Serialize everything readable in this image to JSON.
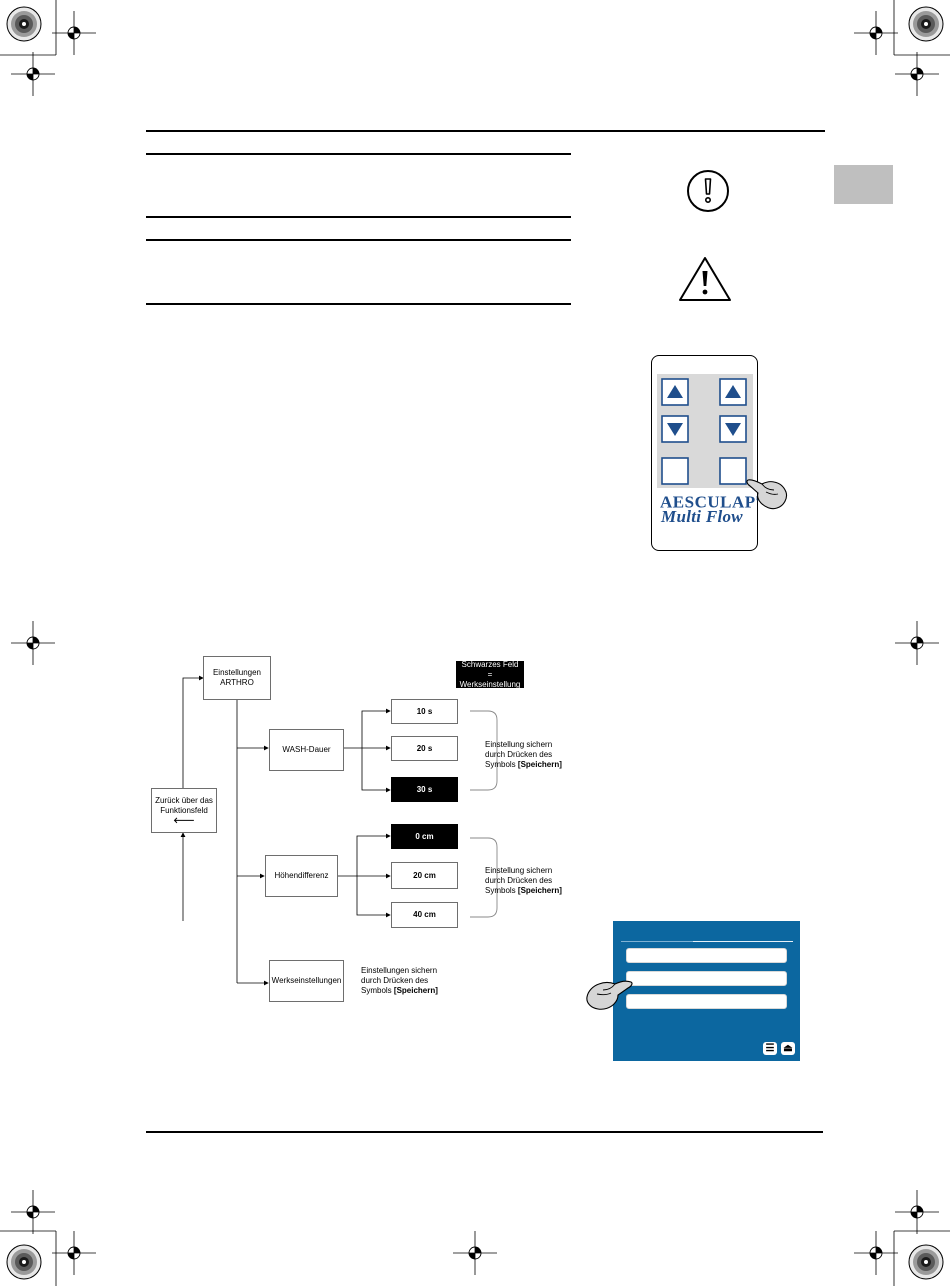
{
  "flowchart": {
    "einstellungen_arthro": "Einstellungen\nARTHRO",
    "wash_dauer": "WASH-Dauer",
    "wash_10": "10 s",
    "wash_20": "20 s",
    "wash_30": "30 s",
    "hoehendifferenz": "Höhendifferenz",
    "hd_0": "0 cm",
    "hd_20": "20 cm",
    "hd_40": "40 cm",
    "werkseinstellungen": "Werkseinstellungen",
    "zurueck_line1": "Zurück über das",
    "zurueck_line2": "Funktionsfeld",
    "legend_line1": "Schwarzes Feld =",
    "legend_line2": "Werkseinstellung",
    "note_line1": "Einstellung sichern",
    "note_line2": "durch Drücken des",
    "note_line3_prefix": "Symbols ",
    "note_line3_bold": "[Speichern]",
    "note_werk_line1": "Einstellungen sichern",
    "note_werk_line2": "durch Drücken des",
    "note_werk_line3_prefix": "Symbols ",
    "note_werk_line3_bold": "[Speichern]"
  },
  "remote": {
    "brand": "AESCULAP",
    "registered": "®",
    "product": "Multi Flow"
  },
  "colors": {
    "screen_blue": "#0c67a0",
    "button_blue": "#1f4e8c",
    "tab_gray": "#bfbfbf",
    "remote_panel": "#d9d9d9"
  }
}
